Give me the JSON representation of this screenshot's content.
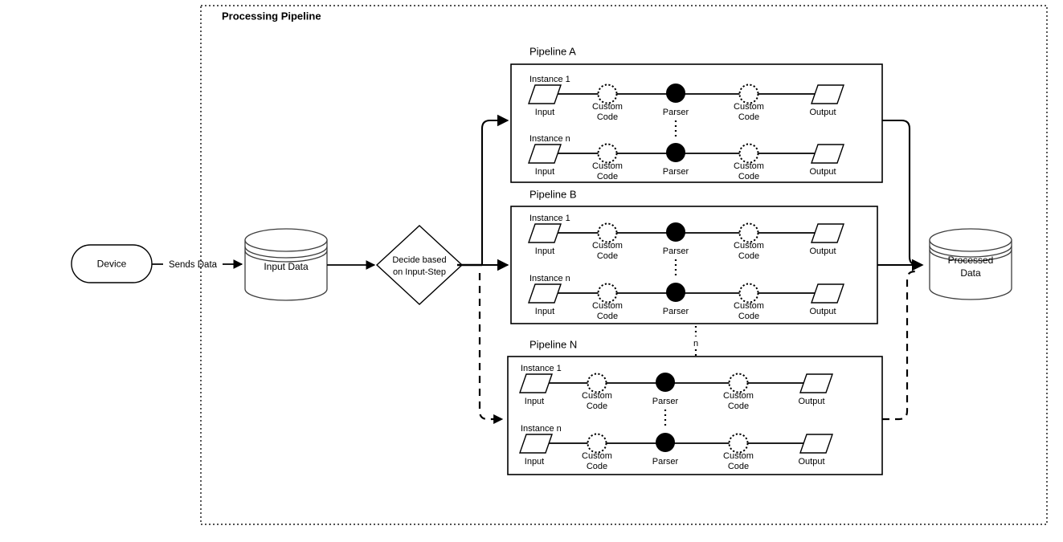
{
  "diagram": {
    "title": "Processing Pipeline",
    "outer_container_style": "dotted",
    "source": {
      "device_label": "Device",
      "edge_label": "Sends Data",
      "input_store_label": "Input Data",
      "decision_label_line1": "Decide based",
      "decision_label_line2": "on Input-Step"
    },
    "sink": {
      "output_store_label_line1": "Processed",
      "output_store_label_line2": "Data"
    },
    "ellipsis_between_groups": "n",
    "node_labels": {
      "input": "Input",
      "custom_code_line1": "Custom",
      "custom_code_line2": "Code",
      "parser": "Parser",
      "output": "Output"
    },
    "instance_labels": {
      "first": "Instance 1",
      "last": "Instance n"
    },
    "pipelines": [
      {
        "name": "Pipeline A",
        "instances": [
          {
            "label": "Instance 1",
            "steps": [
              "Input",
              "Custom Code",
              "Parser",
              "Custom Code",
              "Output"
            ]
          },
          {
            "label": "Instance n",
            "steps": [
              "Input",
              "Custom Code",
              "Parser",
              "Custom Code",
              "Output"
            ]
          }
        ]
      },
      {
        "name": "Pipeline B",
        "instances": [
          {
            "label": "Instance 1",
            "steps": [
              "Input",
              "Custom Code",
              "Parser",
              "Custom Code",
              "Output"
            ]
          },
          {
            "label": "Instance n",
            "steps": [
              "Input",
              "Custom Code",
              "Parser",
              "Custom Code",
              "Output"
            ]
          }
        ]
      },
      {
        "name": "Pipeline N",
        "instances": [
          {
            "label": "Instance 1",
            "steps": [
              "Input",
              "Custom Code",
              "Parser",
              "Custom Code",
              "Output"
            ]
          },
          {
            "label": "Instance n",
            "steps": [
              "Input",
              "Custom Code",
              "Parser",
              "Custom Code",
              "Output"
            ]
          }
        ]
      }
    ],
    "colors": {
      "stroke": "#000000",
      "cylinder_stroke": "#3d3d3d",
      "background": "#ffffff",
      "dotted_border": "#3a3a3a"
    }
  }
}
